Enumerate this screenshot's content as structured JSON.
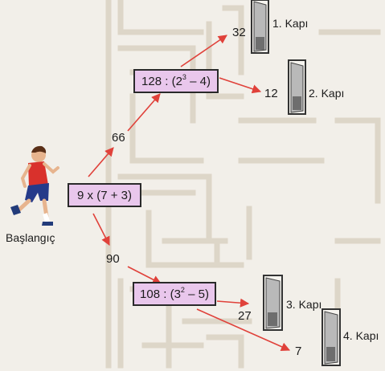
{
  "start": {
    "label": "Başlangıç"
  },
  "expressions": {
    "start_expr": "9 x (7 + 3)",
    "upper": {
      "prefix": "128 : (2",
      "exp": "3",
      "suffix": " – 4)"
    },
    "lower": {
      "prefix": "108 : (3",
      "exp": "2",
      "suffix": " – 5)"
    }
  },
  "values": {
    "up": "66",
    "down": "90",
    "a": "32",
    "b": "12",
    "c": "27",
    "d": "7"
  },
  "doors": {
    "d1": "1. Kapı",
    "d2": "2. Kapı",
    "d3": "3. Kapı",
    "d4": "4. Kapı"
  },
  "colors": {
    "arrow": "#e0413a",
    "box_fill": "#e9c7ec",
    "maze_line": "#ddd6c8",
    "door_frame": "#333333"
  }
}
